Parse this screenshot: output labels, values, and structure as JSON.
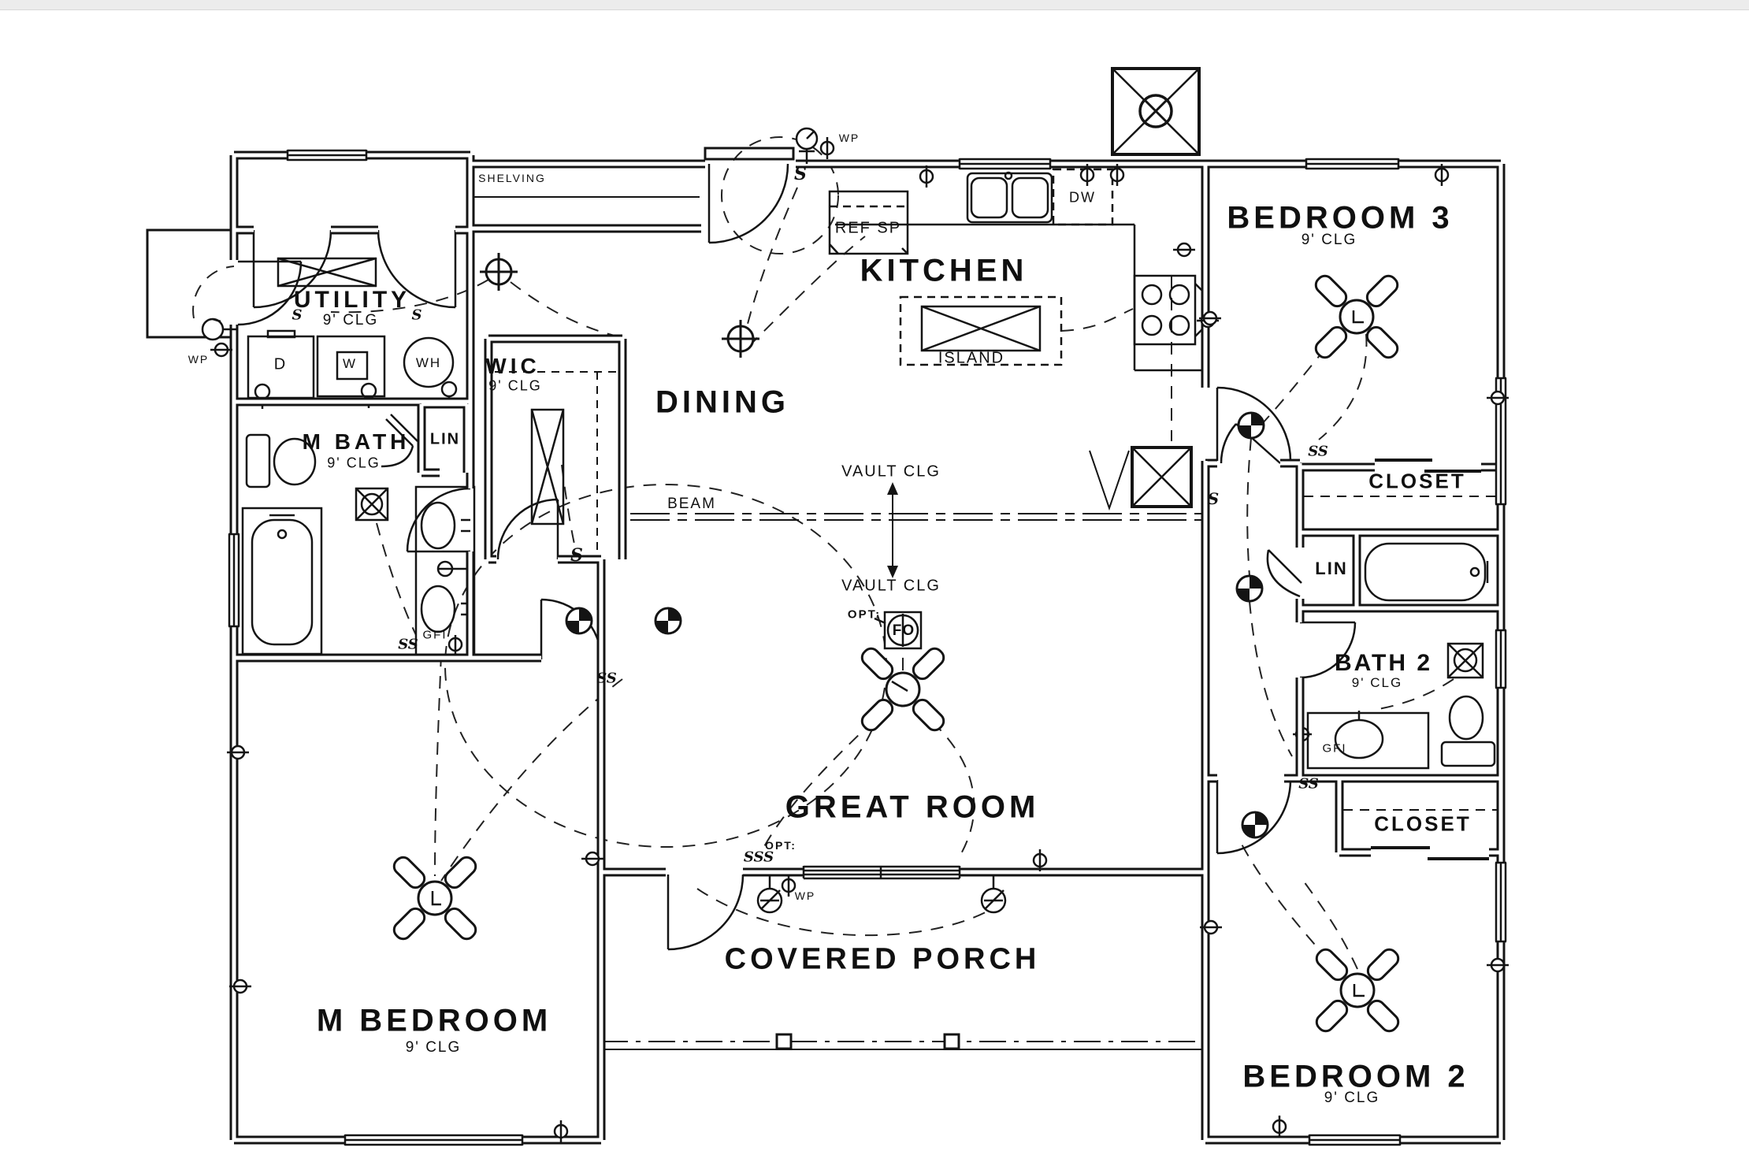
{
  "rooms": {
    "utility": {
      "name": "UTILITY",
      "clg": "9' CLG"
    },
    "wic": {
      "name": "WIC",
      "clg": "9' CLG"
    },
    "m_bath": {
      "name": "M BATH",
      "clg": "9' CLG"
    },
    "dining": {
      "name": "DINING"
    },
    "kitchen": {
      "name": "KITCHEN"
    },
    "great_room": {
      "name": "GREAT ROOM"
    },
    "covered_porch": {
      "name": "COVERED PORCH"
    },
    "m_bedroom": {
      "name": "M BEDROOM",
      "clg": "9' CLG"
    },
    "bedroom2": {
      "name": "BEDROOM 2",
      "clg": "9' CLG"
    },
    "bedroom3": {
      "name": "BEDROOM 3",
      "clg": "9' CLG"
    },
    "bath2": {
      "name": "BATH 2",
      "clg": "9' CLG"
    },
    "closet_br3": {
      "name": "CLOSET"
    },
    "closet_br2": {
      "name": "CLOSET"
    },
    "lin_hall": {
      "name": "LIN"
    },
    "lin_mbath": {
      "name": "LIN"
    }
  },
  "annotations": {
    "shelving": "SHELVING",
    "ref_sp": "REF SP",
    "dw": "DW",
    "island": "ISLAND",
    "beam": "BEAM",
    "vault_clg": "VAULT CLG",
    "opt": "OPT:",
    "fan_outlet": "FO",
    "gfi": "GFI",
    "wp": "WP",
    "dryer": "D",
    "washer": "W",
    "water_heater": "WH",
    "switch": "S",
    "switch2": "SS",
    "switch3": "SSS"
  },
  "colors": {
    "line": "#141414",
    "bg": "#ffffff"
  }
}
